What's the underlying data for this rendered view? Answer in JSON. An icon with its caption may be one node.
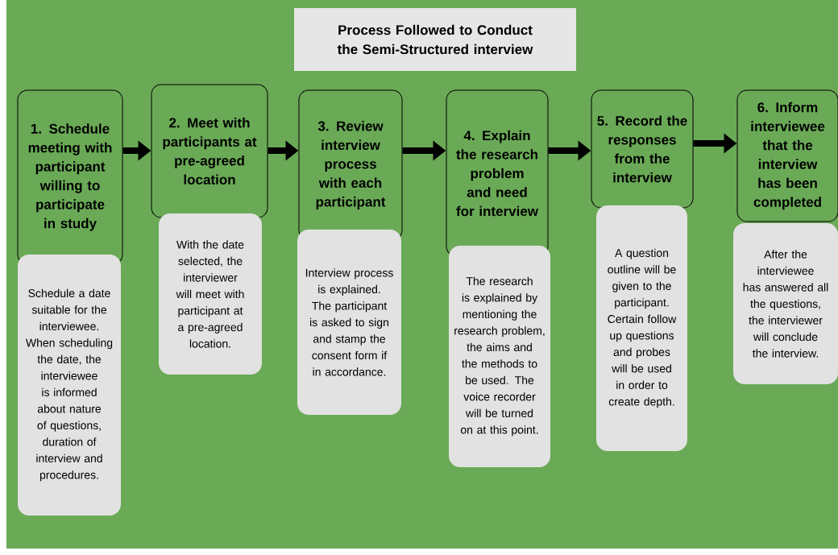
{
  "diagram": {
    "title": "Process  Followed to Conduct the Semi-Structured interview",
    "nodes": [
      {
        "text": [
          "1. Schedule meeting with participant willing to participate in study"
        ]
      },
      {
        "text": [
          "Schedule a date suitable for the interviewee. When scheduling the date, the interviewee is informed about nature of questions, duration of interview and procedures."
        ]
      },
      {
        "text": [
          "2. Meet with participants at pre-agreed location"
        ]
      },
      {
        "text": [
          "With the date selected, the interviewer will meet with participant at a pre-agreed location."
        ]
      },
      {
        "text": [
          "3. Review interview process with each participant"
        ]
      },
      {
        "text": [
          "Interview process is explained. The participant is asked to sign and stamp the consent form if in accordance."
        ]
      },
      {
        "text": [
          "4. Explain the research problem and need for interview"
        ]
      },
      {
        "text": [
          "The research is explained by mentioning the research problem, the aims and the methods to be used. The voice recorder will be turned on at this point."
        ]
      },
      {
        "text": [
          "5. Record the responses from the interview"
        ]
      },
      {
        "text": [
          "A question outline will be given to the participant. Certain follow up questions and probes will be used in order to create depth."
        ]
      },
      {
        "text": [
          "6. Inform interviewee that the interview has been completed"
        ]
      },
      {
        "text": [
          "After the interviewee has answered all the questions, the interviewer will conclude the interview."
        ]
      }
    ],
    "edges": [
      {
        "from": 0,
        "to": 2,
        "arrow": "to"
      },
      {
        "from": 2,
        "to": 4,
        "arrow": "to"
      },
      {
        "from": 4,
        "to": 6,
        "arrow": "to"
      },
      {
        "from": 6,
        "to": 8,
        "arrow": "to"
      },
      {
        "from": 8,
        "to": 10,
        "arrow": "to"
      }
    ]
  }
}
